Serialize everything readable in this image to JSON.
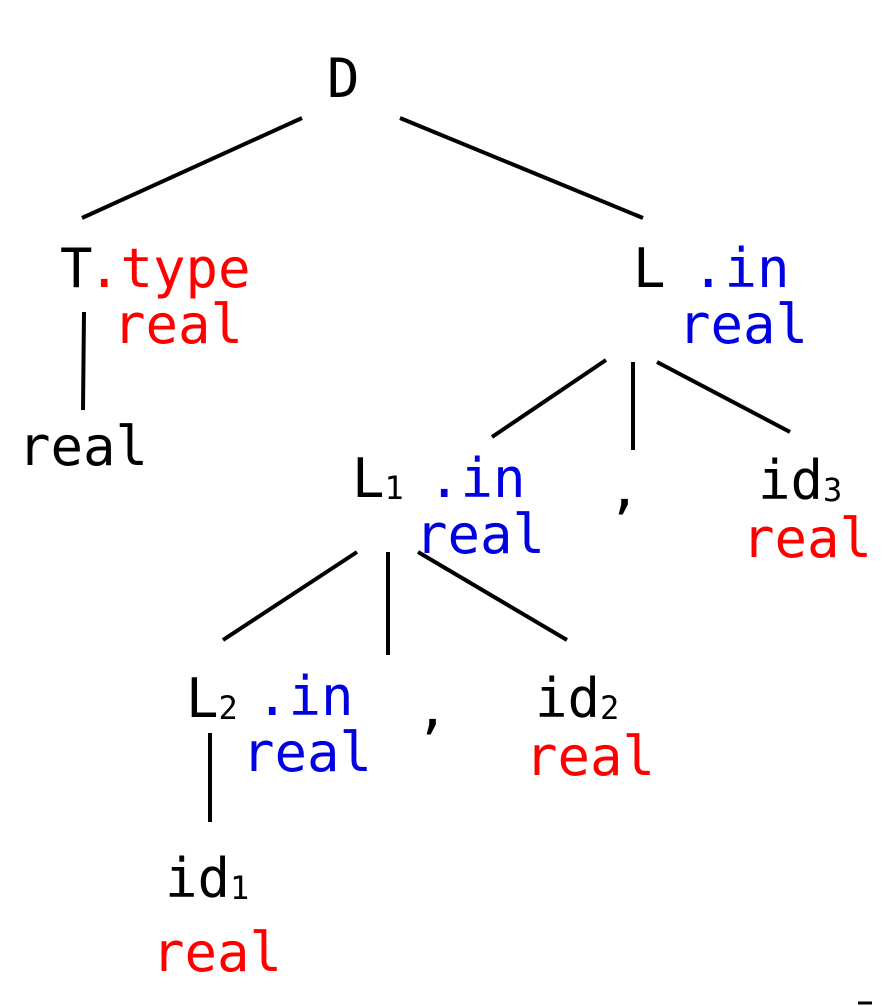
{
  "colors": {
    "symbol": "#000000",
    "synthesized": "#ff0000",
    "inherited": "#0000e0"
  },
  "nodes": {
    "D": {
      "label": "D"
    },
    "T": {
      "label": "T",
      "attr": ".type",
      "value": "real"
    },
    "T_child": {
      "label": "real"
    },
    "L": {
      "label": "L",
      "attr": ".in",
      "value": "real"
    },
    "L1": {
      "label": "L",
      "sub": "1",
      "attr": ".in",
      "value": "real"
    },
    "comma1": {
      "label": ","
    },
    "id3": {
      "label": "id",
      "sub": "3",
      "value": "real"
    },
    "L2": {
      "label": "L",
      "sub": "2",
      "attr": ".in",
      "value": "real"
    },
    "comma2": {
      "label": ","
    },
    "id2": {
      "label": "id",
      "sub": "2",
      "value": "real"
    },
    "id1": {
      "label": "id",
      "sub": "1",
      "value": "real"
    }
  }
}
